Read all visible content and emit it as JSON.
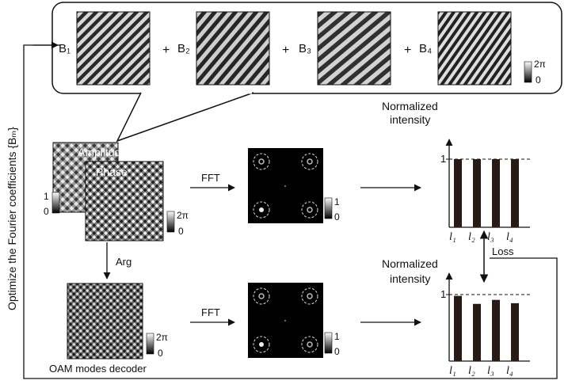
{
  "top_panel": {
    "terms": [
      {
        "coef": "B₁",
        "plus": "+"
      },
      {
        "coef": "B₂",
        "plus": "+"
      },
      {
        "coef": "B₃",
        "plus": "+"
      },
      {
        "coef": "B₄",
        "plus": ""
      }
    ],
    "scale": {
      "max": "2π",
      "min": "0"
    }
  },
  "left_label": "Optimize the Fourier coefficients {Bₘ}",
  "hologram": {
    "amplitude_label": "Amplitude",
    "phase_label": "Phase",
    "amp_scale": {
      "max": "1",
      "min": "0"
    },
    "phase_scale": {
      "max": "2π",
      "min": "0"
    }
  },
  "arg_label": "Arg",
  "decoder": {
    "label": "OAM modes decoder",
    "scale": {
      "max": "2π",
      "min": "0"
    }
  },
  "fft_label": "FFT",
  "fft_scale": {
    "max": "1",
    "min": "0"
  },
  "loss_label": "Loss",
  "charts": [
    {
      "ylabel_line1": "Normalized",
      "ylabel_line2": "intensity",
      "ytick": "1",
      "categories": [
        "l₁",
        "l₂",
        "l₃",
        "l₄"
      ]
    },
    {
      "ylabel_line1": "Normalized",
      "ylabel_line2": "intensity",
      "ytick": "1",
      "categories": [
        "l₁",
        "l₂",
        "l₃",
        "l₄"
      ]
    }
  ],
  "chart_data": [
    {
      "type": "bar",
      "categories": [
        "l1",
        "l2",
        "l3",
        "l4"
      ],
      "values": [
        1.0,
        1.0,
        1.0,
        1.0
      ],
      "ylim": [
        0,
        1.2
      ],
      "reference_line": 1
    },
    {
      "type": "bar",
      "categories": [
        "l1",
        "l2",
        "l3",
        "l4"
      ],
      "values": [
        0.98,
        0.86,
        0.92,
        0.87
      ],
      "ylim": [
        0,
        1.2
      ],
      "reference_line": 1
    }
  ],
  "colors": {
    "bar": "#2a1a16",
    "line": "#111111"
  }
}
